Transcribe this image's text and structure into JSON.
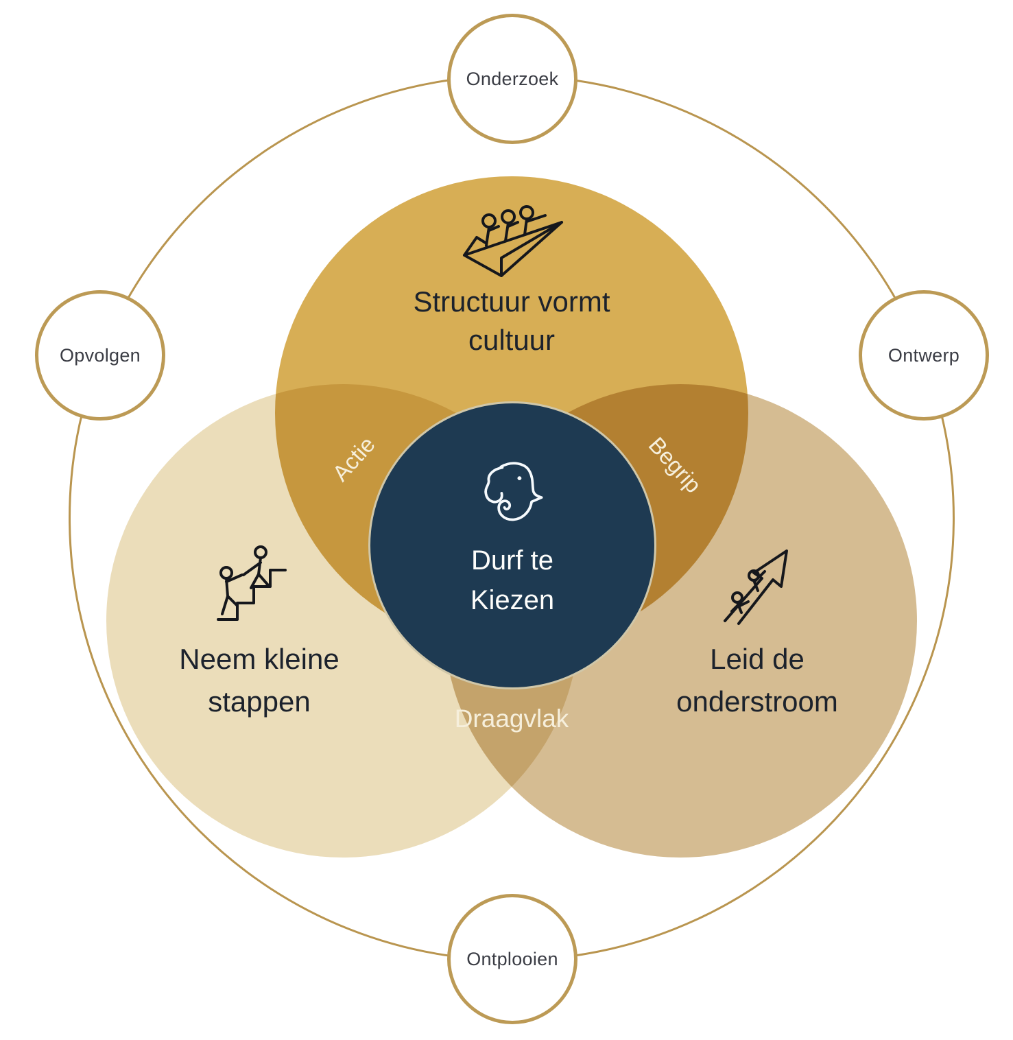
{
  "diagram": {
    "outer_nodes": [
      {
        "id": "top",
        "label": "Onderzoek"
      },
      {
        "id": "right",
        "label": "Ontwerp"
      },
      {
        "id": "bottom",
        "label": "Ontplooien"
      },
      {
        "id": "left",
        "label": "Opvolgen"
      }
    ],
    "venn": {
      "top": {
        "line1": "Structuur vormt",
        "line2": "cultuur",
        "icon": "paper-plane-team-icon"
      },
      "left": {
        "line1": "Neem kleine",
        "line2": "stappen",
        "icon": "stairs-help-icon"
      },
      "right": {
        "line1": "Leid de",
        "line2": "onderstroom",
        "icon": "arrow-climb-icon"
      }
    },
    "overlaps": {
      "top_left": "Actie",
      "top_right": "Begrip",
      "bottom": "Draagvlak"
    },
    "center": {
      "line1": "Durf te",
      "line2": "Kiezen",
      "icon": "elephant-icon"
    },
    "colors": {
      "ring_gold": "#B9954F",
      "node_border_gold": "#BC9A55",
      "venn_top": "#D7AE55",
      "venn_left": "#EBDDBA",
      "venn_right": "#D5BC92",
      "overlap_top_left": "#C89E4B",
      "center_navy": "#1E3A52",
      "label_dark": "#1C222C",
      "overlap_label": "#F6EFDC",
      "node_label": "#3A3C44",
      "center_text": "#FDFDFB"
    }
  }
}
